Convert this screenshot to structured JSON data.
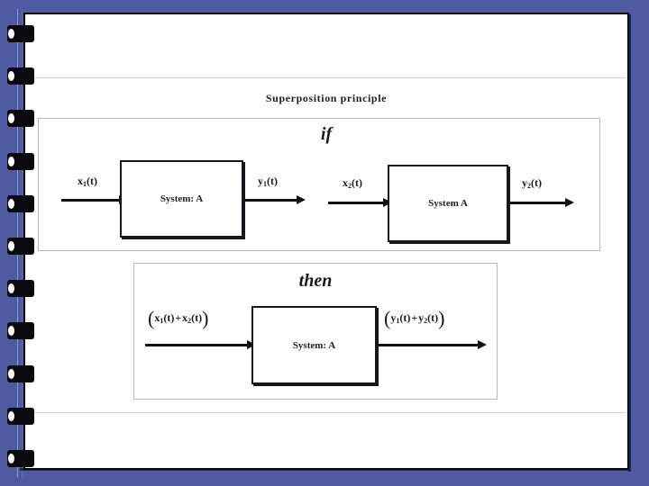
{
  "slide": {
    "title": "Superposition principle",
    "background_color": "#4f5aa0",
    "page_color": "#ffffff",
    "frame_color": "#0b0b18"
  },
  "binder": {
    "ring_count": 11,
    "ring_color": "#0a0a0f"
  },
  "diagram": {
    "if_keyword": "if",
    "then_keyword": "then",
    "blocks": [
      {
        "id": "block-1",
        "label": "System:  A",
        "input_label": "x₁(t)",
        "output_label": "y₁(t)"
      },
      {
        "id": "block-2",
        "label": "System A",
        "input_label": "x₂(t)",
        "output_label": "y₂(t)"
      },
      {
        "id": "block-3",
        "label": "System:  A",
        "input_label": "( x₁(t) + x₂(t) )",
        "output_label": "( y₁(t) + y₂(t) )"
      }
    ],
    "signals": {
      "x1_base": "x",
      "x1_sub": "1",
      "x1_arg": "(t)",
      "x2_base": "x",
      "x2_sub": "2",
      "x2_arg": "(t)",
      "y1_base": "y",
      "y1_sub": "1",
      "y1_arg": "(t)",
      "y2_base": "y",
      "y2_sub": "2",
      "y2_arg": "(t)",
      "plus": "+",
      "open_paren": "(",
      "close_paren": ")"
    }
  }
}
